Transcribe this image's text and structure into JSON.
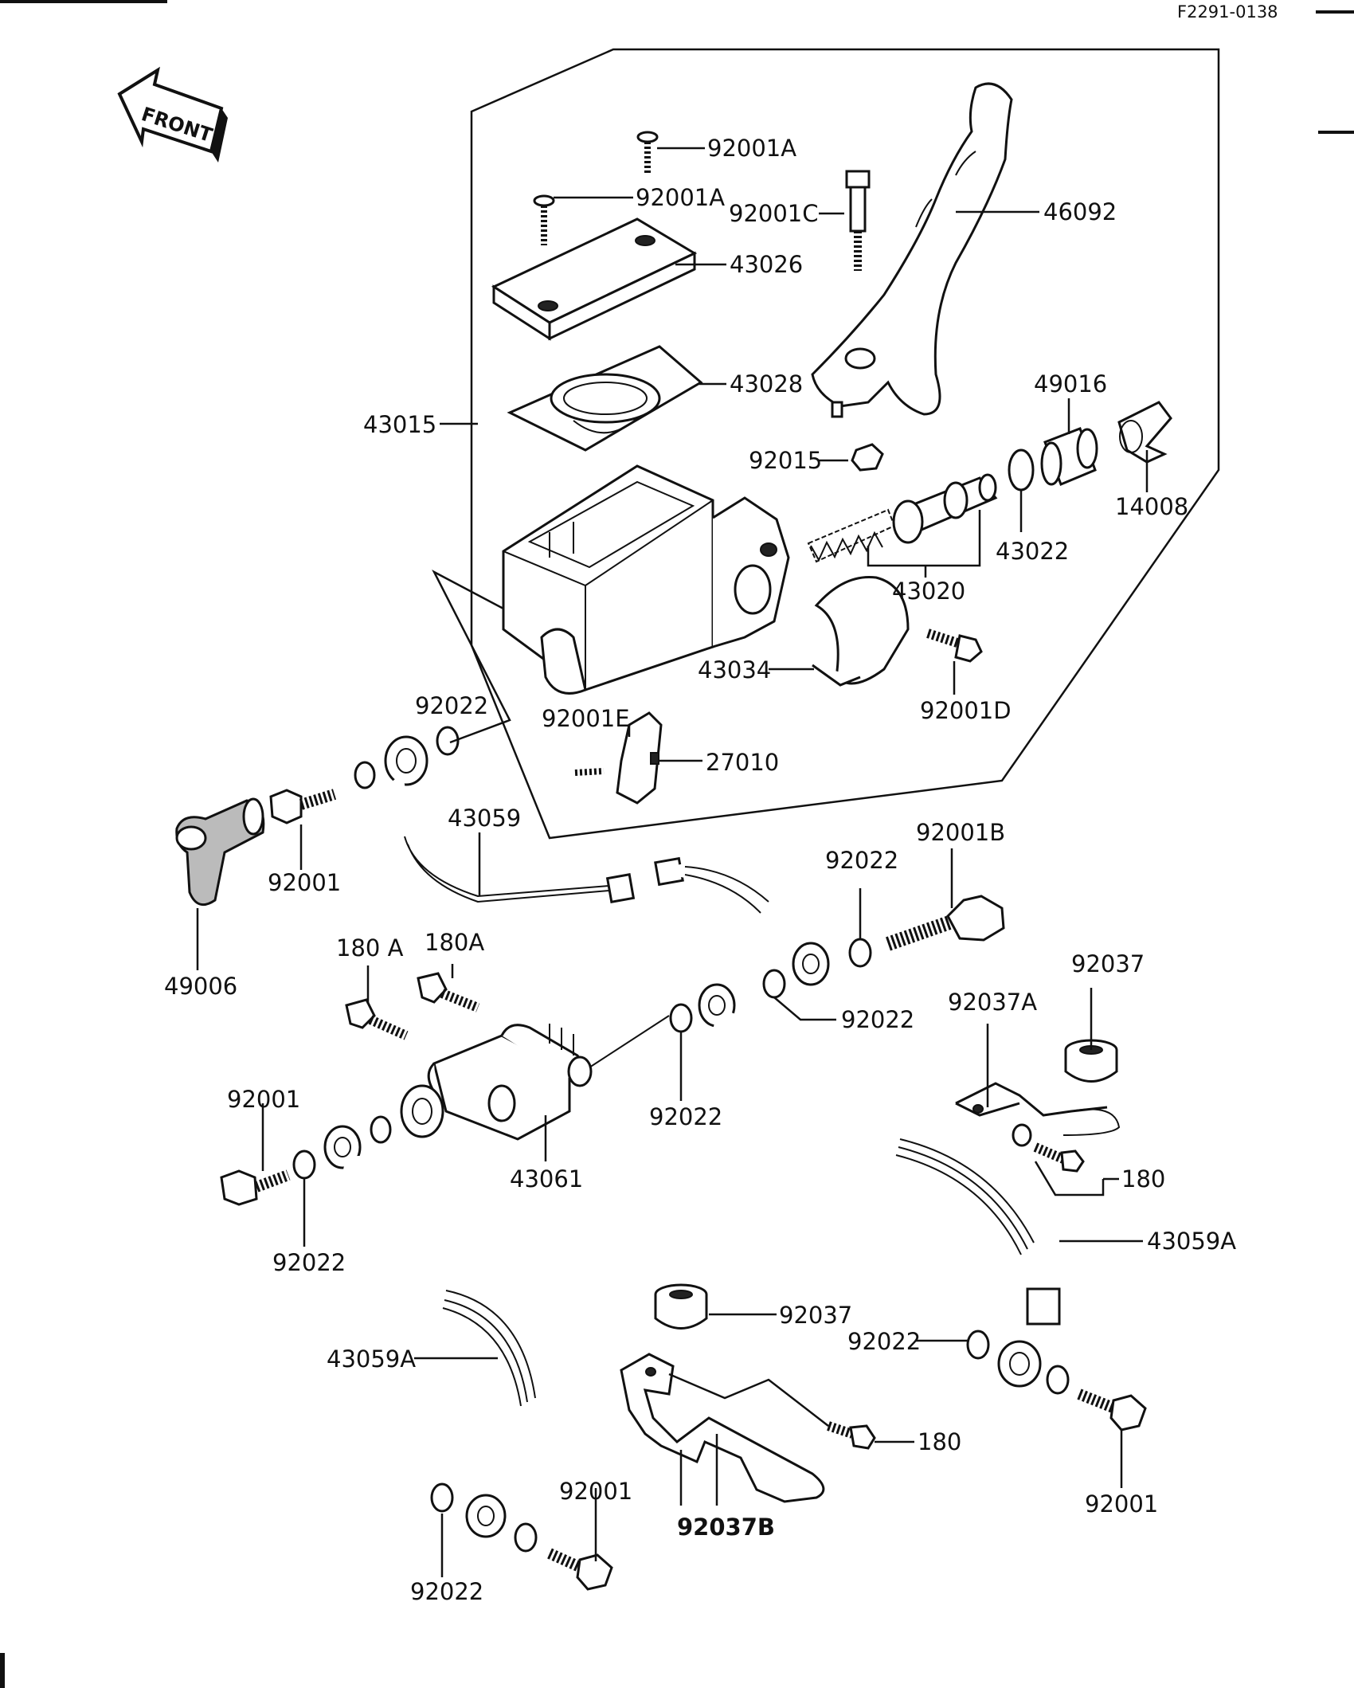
{
  "diagram_code": "F2291-0138",
  "front_label": "FRONT",
  "labels": {
    "p92001A_top": "92001A",
    "p92001A_mid": "92001A",
    "p92001C": "92001C",
    "p46092": "46092",
    "p43026": "43026",
    "p43028": "43028",
    "p43015": "43015",
    "p49016": "49016",
    "p92015": "92015",
    "p14008": "14008",
    "p43022": "43022",
    "p43020": "43020",
    "p43034": "43034",
    "p92001D": "92001D",
    "p92022_a": "92022",
    "p92001E": "92001E",
    "p27010": "27010",
    "p43059": "43059",
    "p92001_left": "92001",
    "p49006": "49006",
    "p92001B": "92001B",
    "p92022_b": "92022",
    "p180A_1": "180 A",
    "p180A_2": "180A",
    "p92037_r": "92037",
    "p92037A": "92037A",
    "p92022_c": "92022",
    "p92022_d": "92022",
    "p92001_mid": "92001",
    "p43061": "43061",
    "p180_r": "180",
    "p92022_e": "92022",
    "p43059A_r": "43059A",
    "p92037_c": "92037",
    "p92022_f": "92022",
    "p43059A_l": "43059A",
    "p180_c": "180",
    "p92001_bl": "92001",
    "p92037B": "92037B",
    "p92001_br": "92001",
    "p92022_g": "92022"
  }
}
